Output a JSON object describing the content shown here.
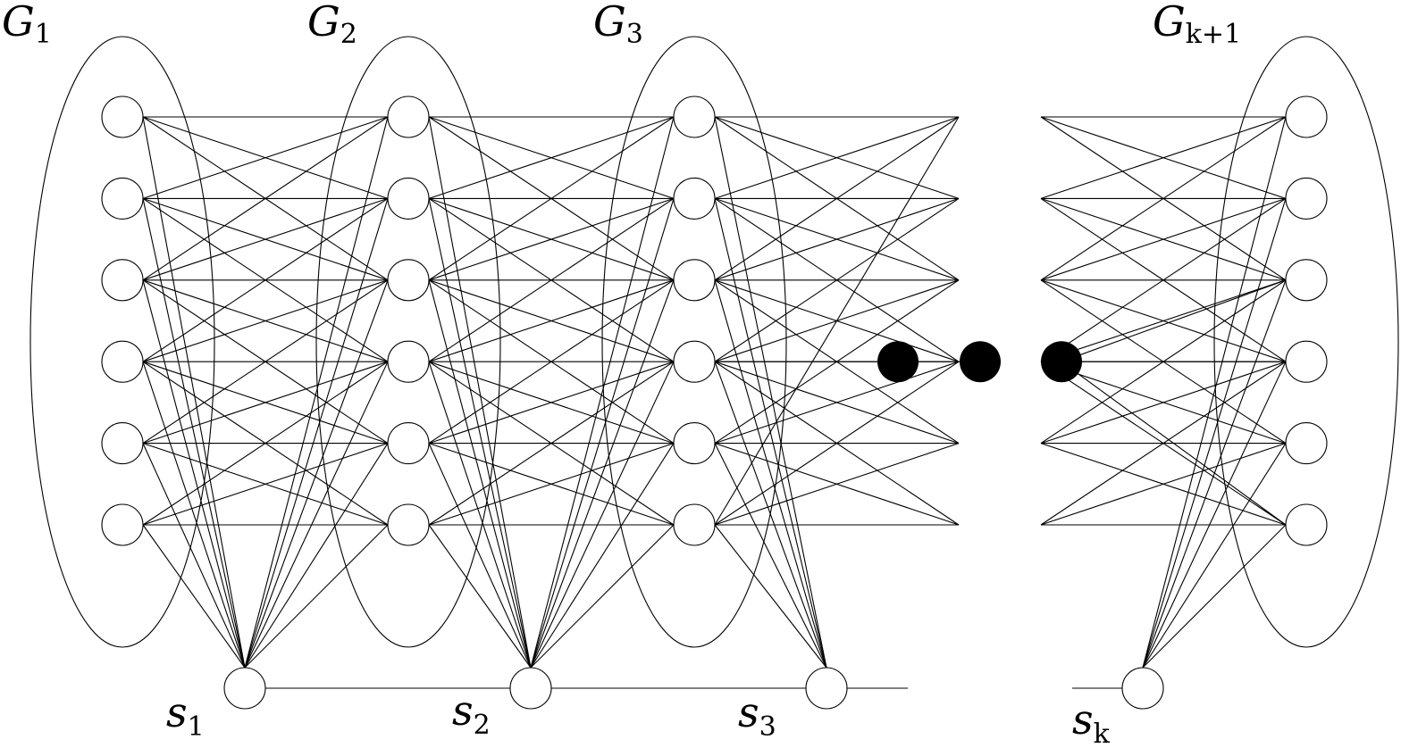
{
  "groups": [
    {
      "letter": "G",
      "sub": "1"
    },
    {
      "letter": "G",
      "sub": "2"
    },
    {
      "letter": "G",
      "sub": "3"
    },
    {
      "letter": "G",
      "sub": "k+1"
    }
  ],
  "separators": [
    {
      "letter": "s",
      "sub": "1"
    },
    {
      "letter": "s",
      "sub": "2"
    },
    {
      "letter": "s",
      "sub": "3"
    },
    {
      "letter": "s",
      "sub": "k"
    }
  ],
  "nodes_per_group": 6,
  "ellipsis": {
    "dot_count": 3,
    "dot_color": "#000000"
  },
  "colors": {
    "stroke": "#000000",
    "node_fill": "#ffffff",
    "background": "#ffffff"
  }
}
